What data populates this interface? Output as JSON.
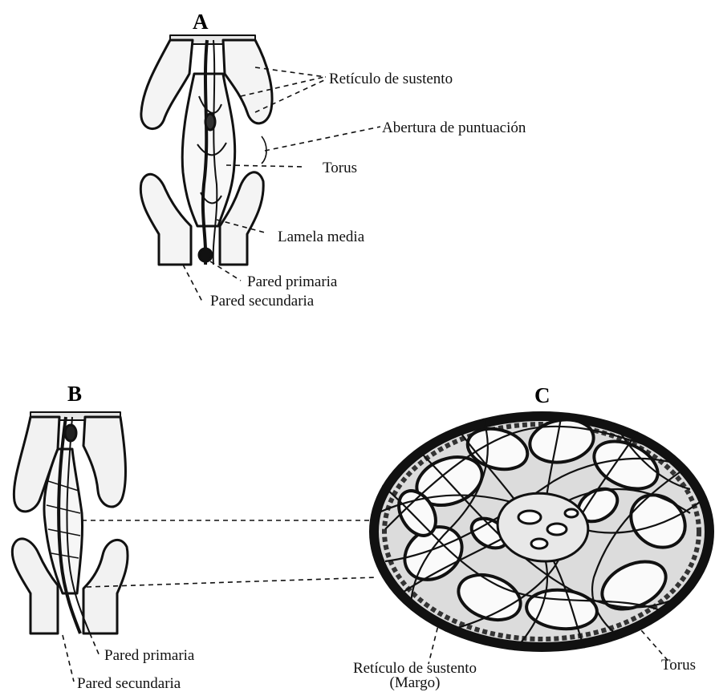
{
  "panels": {
    "a": "A",
    "b": "B",
    "c": "C"
  },
  "labels_a": {
    "reticulo": "Retículo de sustento",
    "abertura": "Abertura de puntuación",
    "torus": "Torus",
    "lamela": "Lamela media",
    "primaria": "Pared primaria",
    "secundaria": "Pared secundaria"
  },
  "labels_b": {
    "primaria": "Pared primaria",
    "secundaria": "Pared secundaria"
  },
  "labels_c": {
    "reticulo_line1": "Retículo de sustento",
    "reticulo_line2": "(Margo)",
    "torus": "Torus"
  },
  "colors": {
    "ink": "#111111",
    "wall_fill": "#f4f4f4",
    "background": "#ffffff"
  }
}
